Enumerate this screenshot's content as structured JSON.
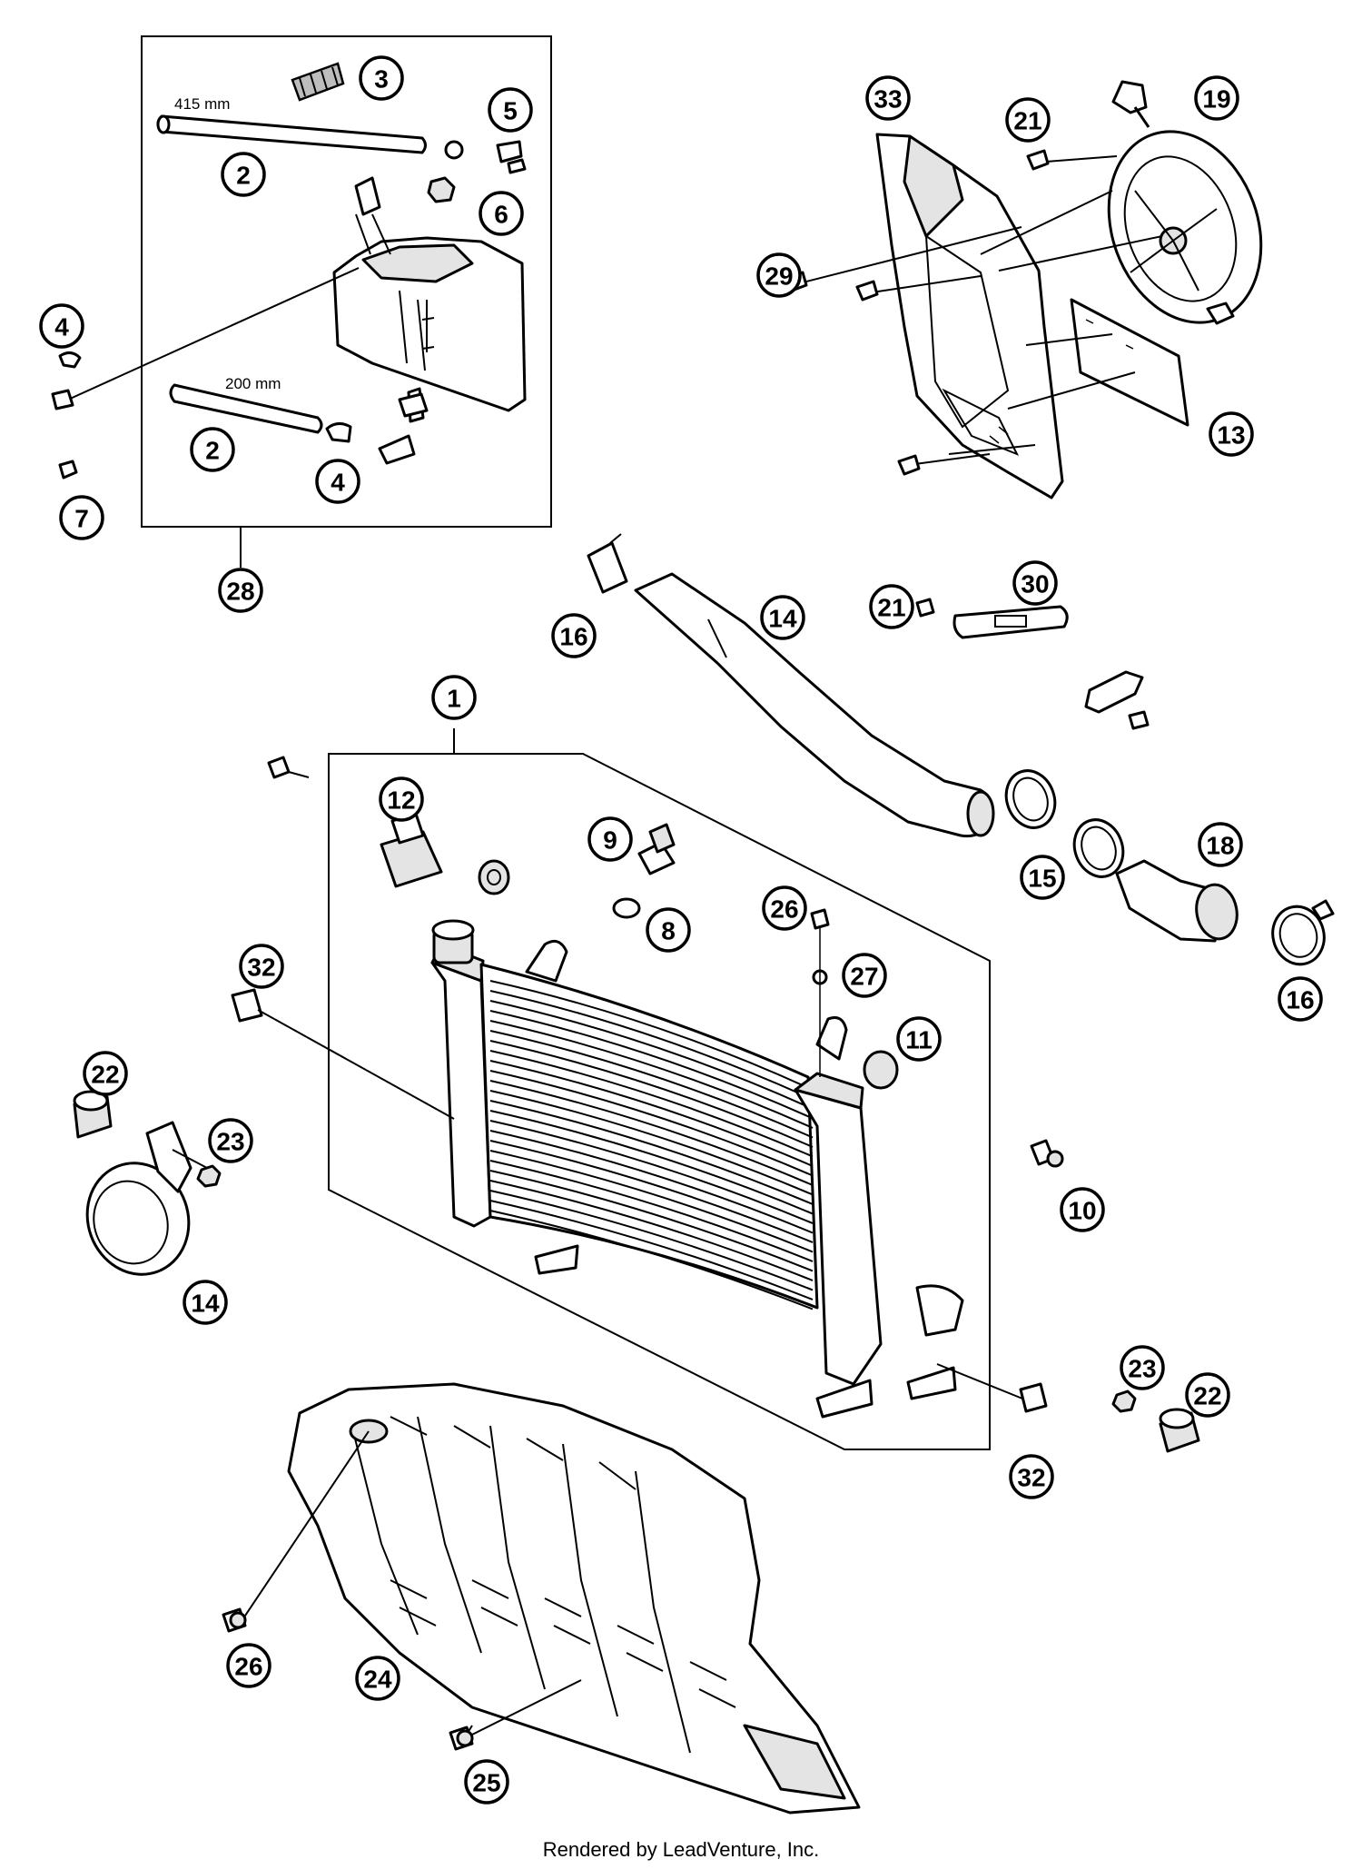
{
  "diagram": {
    "callouts": [
      "1",
      "2",
      "2",
      "3",
      "4",
      "4",
      "5",
      "6",
      "7",
      "28",
      "33",
      "21",
      "19",
      "29",
      "13",
      "16",
      "14",
      "21",
      "30",
      "12",
      "9",
      "8",
      "26",
      "27",
      "11",
      "15",
      "18",
      "16",
      "32",
      "22",
      "23",
      "14",
      "10",
      "23",
      "22",
      "32",
      "26",
      "24",
      "25"
    ],
    "dimensions": {
      "hose_long": "415 mm",
      "hose_short": "200 mm"
    },
    "parts": {
      "radiator": "radiator-assembly",
      "expansion_tank_kit": "expansion-tank-kit",
      "fan": "cooling-fan",
      "fan_shroud": "fan-shroud",
      "radiator_guard": "radiator-spoiler",
      "upper_hose": "radiator-hose",
      "elbow_hose": "elbow-hose"
    }
  },
  "footer": {
    "credit": "Rendered by LeadVenture, Inc."
  },
  "colors": {
    "line": "#000000",
    "background": "#ffffff"
  }
}
